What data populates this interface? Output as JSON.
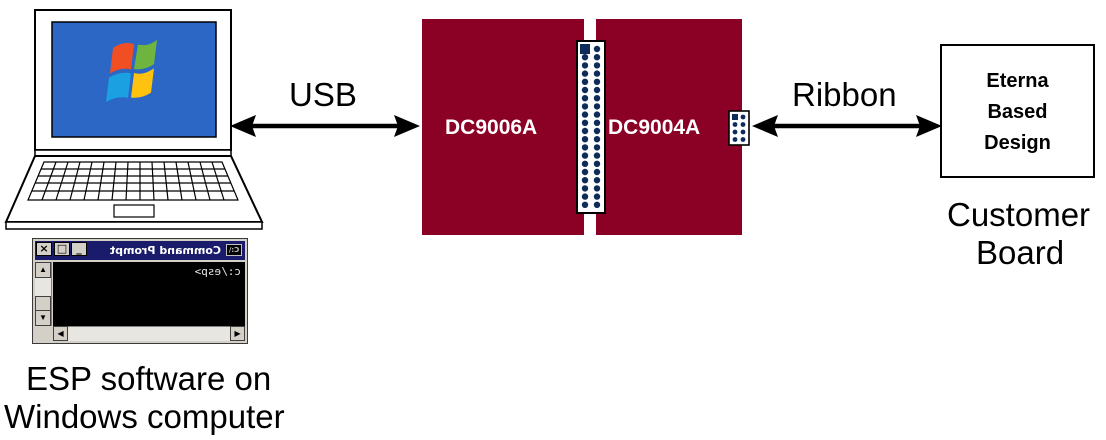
{
  "links": {
    "usb": "USB",
    "ribbon": "Ribbon"
  },
  "boards": {
    "left": "DC9006A",
    "right": "DC9004A"
  },
  "customer_box": {
    "lines": [
      "Eterna",
      "Based",
      "Design"
    ]
  },
  "customer_caption": {
    "line1": "Customer",
    "line2": "Board"
  },
  "computer_caption": {
    "line1": "ESP software on",
    "line2": "Windows computer"
  },
  "cmd_window": {
    "title": "Command Prompt",
    "prompt": "c:/esp>",
    "system_icon": "C:\\",
    "minimize": "_",
    "maximize": "□",
    "close": "×"
  },
  "icons": {
    "laptop": "laptop-icon",
    "windows_logo": "windows-logo-icon",
    "arrow_usb": "double-arrow-icon",
    "arrow_ribbon": "double-arrow-icon",
    "connector_large": "pin-header-icon",
    "connector_small": "pin-header-icon"
  },
  "colors": {
    "board": "#8b0025",
    "screen": "#2c67c5",
    "titlebar": "#1b1b6b"
  }
}
